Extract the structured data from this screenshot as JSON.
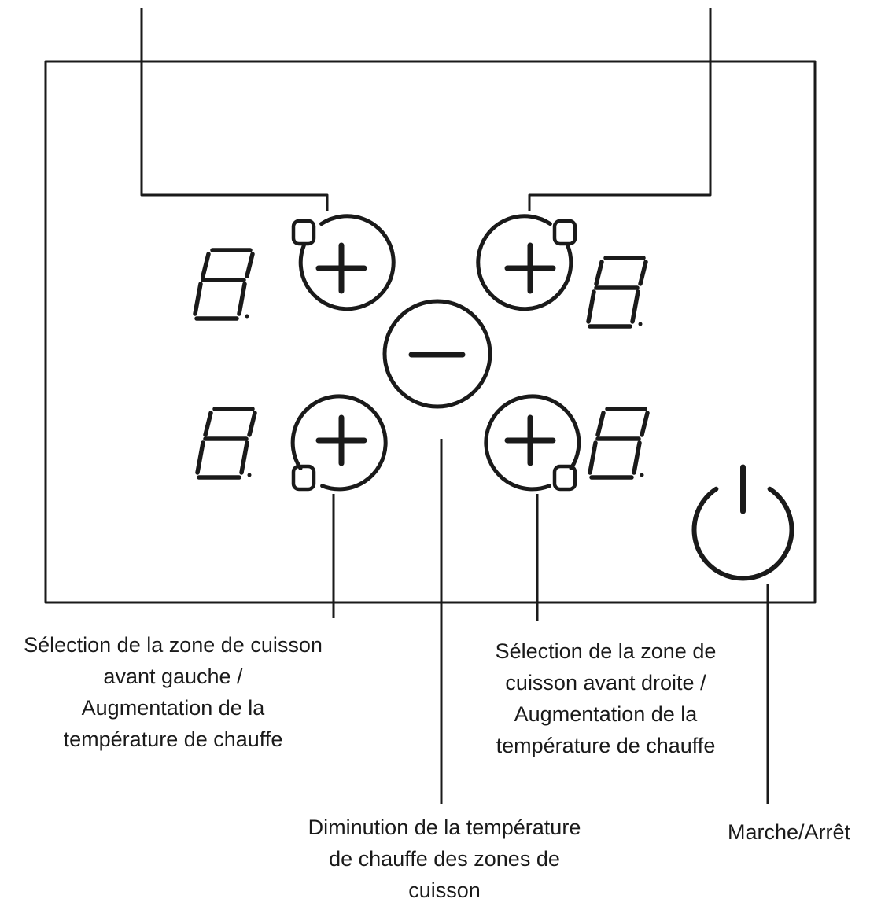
{
  "colors": {
    "ink": "#1a1a1a",
    "background": "#ffffff"
  },
  "panel": {
    "zones": [
      {
        "id": "rear-left",
        "button_icon": "plus-icon",
        "display_glyph": "8."
      },
      {
        "id": "rear-right",
        "button_icon": "plus-icon",
        "display_glyph": "8."
      },
      {
        "id": "front-left",
        "button_icon": "plus-icon",
        "display_glyph": "8."
      },
      {
        "id": "front-right",
        "button_icon": "plus-icon",
        "display_glyph": "8."
      }
    ],
    "decrease_icon": "minus-icon",
    "power_icon": "power-icon"
  },
  "labels": {
    "front_left": [
      "Sélection de la zone de cuisson",
      "avant gauche /",
      "Augmentation de la",
      "température de chauffe"
    ],
    "front_right": [
      "Sélection de la zone de",
      "cuisson avant droite  /",
      "Augmentation de la",
      "température de chauffe"
    ],
    "decrease": [
      "Diminution de la température",
      "de chauffe des zones de",
      "cuisson"
    ],
    "power": [
      "Marche/Arrêt"
    ]
  }
}
